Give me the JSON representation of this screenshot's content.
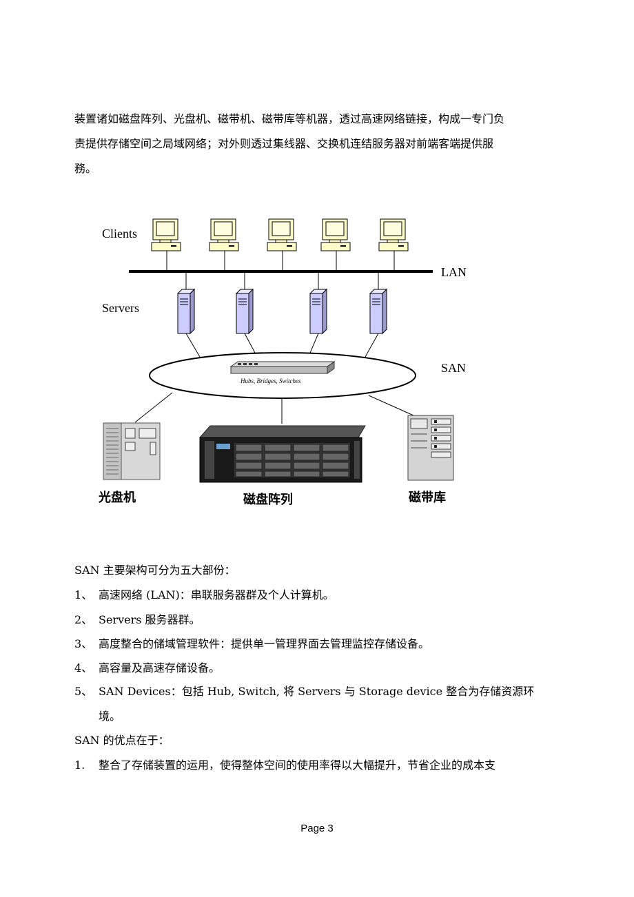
{
  "intro": {
    "line1": "装置诸如磁盘阵列、光盘机、磁带机、磁带库等机器，透过高速网络链接，构成一专门负",
    "line2": "责提供存储空间之局域网络；对外则透过集线器、交换机连结服务器对前端客端提供服",
    "line3": "務。"
  },
  "diagram": {
    "clients_label": "Clients",
    "lan_label": "LAN",
    "servers_label": "Servers",
    "san_label": "SAN",
    "switch_label": "Hubs, Bridges, Switches",
    "optical_label": "光盘机",
    "disk_array_label": "磁盘阵列",
    "tape_library_label": "磁带库"
  },
  "architecture": {
    "heading": "SAN 主要架构可分为五大部份：",
    "items": [
      {
        "num": "1、",
        "text": "高速网络 (LAN)：串联服务器群及个人计算机。"
      },
      {
        "num": "2、",
        "text": "Servers 服务器群。"
      },
      {
        "num": "3、",
        "text": "高度整合的储域管理软件：提供单一管理界面去管理监控存储设备。"
      },
      {
        "num": "4、",
        "text": "高容量及高速存储设备。"
      },
      {
        "num": "5、",
        "text": "SAN Devices：包括 Hub, Switch, 将 Servers 与 Storage device 整合为存储资源环"
      }
    ],
    "item5_cont": "境。"
  },
  "advantages": {
    "heading": "SAN 的优点在于：",
    "items": [
      {
        "num": "1.",
        "text": "整合了存储装置的运用，使得整体空间的使用率得以大幅提升，节省企业的成本支"
      }
    ]
  },
  "footer": {
    "page": "Page 3"
  }
}
